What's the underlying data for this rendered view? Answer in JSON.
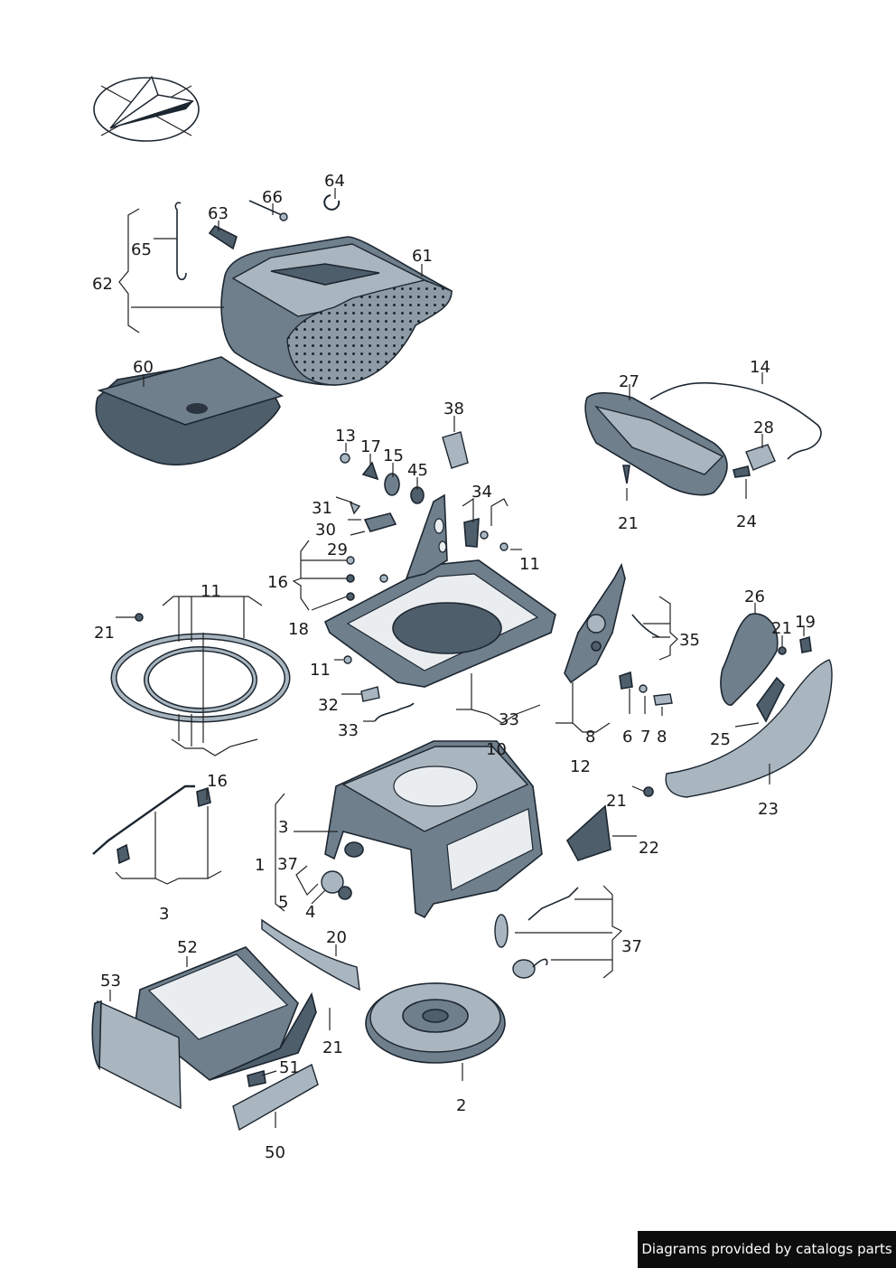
{
  "footer": {
    "text": "Diagrams provided by catalogs parts"
  },
  "callouts": [
    {
      "id": "c64",
      "text": "64"
    },
    {
      "id": "c66",
      "text": "66"
    },
    {
      "id": "c63",
      "text": "63"
    },
    {
      "id": "c65",
      "text": "65"
    },
    {
      "id": "c62",
      "text": "62"
    },
    {
      "id": "c61",
      "text": "61"
    },
    {
      "id": "c60",
      "text": "60"
    },
    {
      "id": "c38",
      "text": "38"
    },
    {
      "id": "c13",
      "text": "13"
    },
    {
      "id": "c17",
      "text": "17"
    },
    {
      "id": "c15",
      "text": "15"
    },
    {
      "id": "c45",
      "text": "45"
    },
    {
      "id": "c34",
      "text": "34"
    },
    {
      "id": "c31",
      "text": "31"
    },
    {
      "id": "c30",
      "text": "30"
    },
    {
      "id": "c29",
      "text": "29"
    },
    {
      "id": "c11a",
      "text": "11"
    },
    {
      "id": "c16a",
      "text": "16"
    },
    {
      "id": "c11b",
      "text": "11"
    },
    {
      "id": "c18",
      "text": "18"
    },
    {
      "id": "c21a",
      "text": "21"
    },
    {
      "id": "c11c",
      "text": "11"
    },
    {
      "id": "c32",
      "text": "32"
    },
    {
      "id": "c33a",
      "text": "33"
    },
    {
      "id": "c33b",
      "text": "33"
    },
    {
      "id": "c27",
      "text": "27"
    },
    {
      "id": "c14",
      "text": "14"
    },
    {
      "id": "c28",
      "text": "28"
    },
    {
      "id": "c21b",
      "text": "21"
    },
    {
      "id": "c24",
      "text": "24"
    },
    {
      "id": "c35",
      "text": "35"
    },
    {
      "id": "c26",
      "text": "26"
    },
    {
      "id": "c21c",
      "text": "21"
    },
    {
      "id": "c19",
      "text": "19"
    },
    {
      "id": "c8a",
      "text": "8"
    },
    {
      "id": "c6",
      "text": "6"
    },
    {
      "id": "c7",
      "text": "7"
    },
    {
      "id": "c8b",
      "text": "8"
    },
    {
      "id": "c25",
      "text": "25"
    },
    {
      "id": "c12",
      "text": "12"
    },
    {
      "id": "c10",
      "text": "10"
    },
    {
      "id": "c16b",
      "text": "16"
    },
    {
      "id": "c21d",
      "text": "21"
    },
    {
      "id": "c23",
      "text": "23"
    },
    {
      "id": "c22",
      "text": "22"
    },
    {
      "id": "c3a",
      "text": "3"
    },
    {
      "id": "c1",
      "text": "1"
    },
    {
      "id": "c37a",
      "text": "37"
    },
    {
      "id": "c5",
      "text": "5"
    },
    {
      "id": "c4",
      "text": "4"
    },
    {
      "id": "c3b",
      "text": "3"
    },
    {
      "id": "c37b",
      "text": "37"
    },
    {
      "id": "c20",
      "text": "20"
    },
    {
      "id": "c52",
      "text": "52"
    },
    {
      "id": "c53",
      "text": "53"
    },
    {
      "id": "c21e",
      "text": "21"
    },
    {
      "id": "c51",
      "text": "51"
    },
    {
      "id": "c2",
      "text": "2"
    },
    {
      "id": "c50",
      "text": "50"
    }
  ]
}
